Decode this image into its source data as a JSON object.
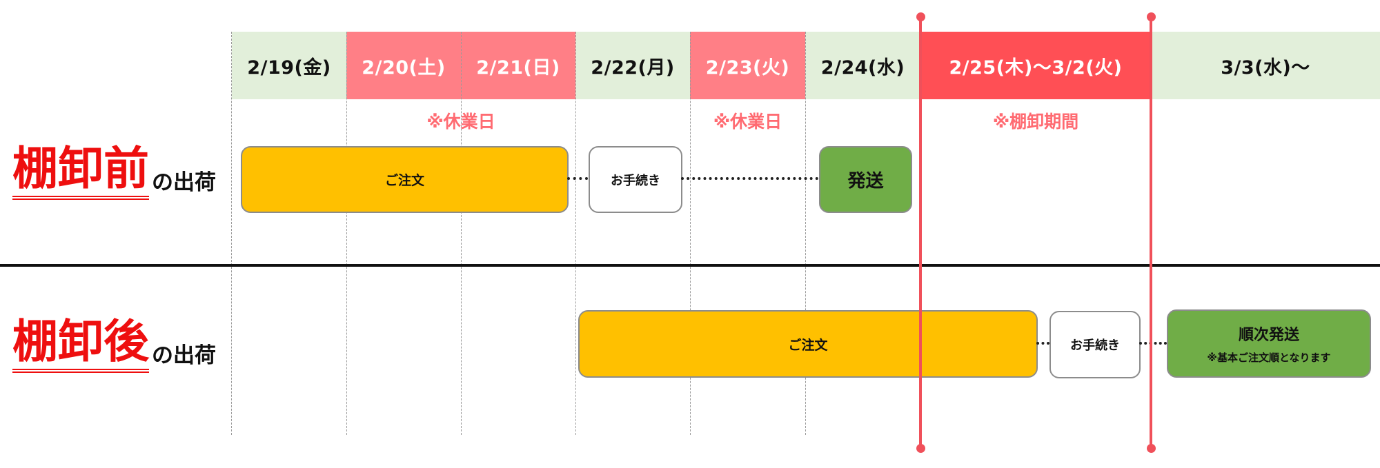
{
  "header": {
    "days": [
      {
        "label": "2/19(金)",
        "type": "workday"
      },
      {
        "label": "2/20(土)",
        "type": "holiday"
      },
      {
        "label": "2/21(日)",
        "type": "holiday"
      },
      {
        "label": "2/22(月)",
        "type": "workday"
      },
      {
        "label": "2/23(火)",
        "type": "holiday"
      },
      {
        "label": "2/24(水)",
        "type": "workday"
      },
      {
        "label": "2/25(木)～3/2(火)",
        "type": "inventory"
      },
      {
        "label": "3/3(水)～",
        "type": "workday"
      }
    ]
  },
  "notes": {
    "holiday1": "※休業日",
    "holiday2": "※休業日",
    "inventory": "※棚卸期間"
  },
  "before": {
    "title_main": "棚卸前",
    "title_sub": "の出荷",
    "order": "ご注文",
    "procedure": "お手続き",
    "ship": "発送"
  },
  "after": {
    "title_main": "棚卸後",
    "title_sub": "の出荷",
    "order": "ご注文",
    "procedure": "お手続き",
    "ship": "順次発送",
    "ship_note": "※基本ご注文順となります"
  },
  "colors": {
    "header_workday": "#e2efda",
    "header_holiday": "#ff7f86",
    "header_inventory": "#ff4f55",
    "order_box": "#ffc000",
    "ship_box": "#70ad47",
    "title_red": "#ee0f0f"
  }
}
